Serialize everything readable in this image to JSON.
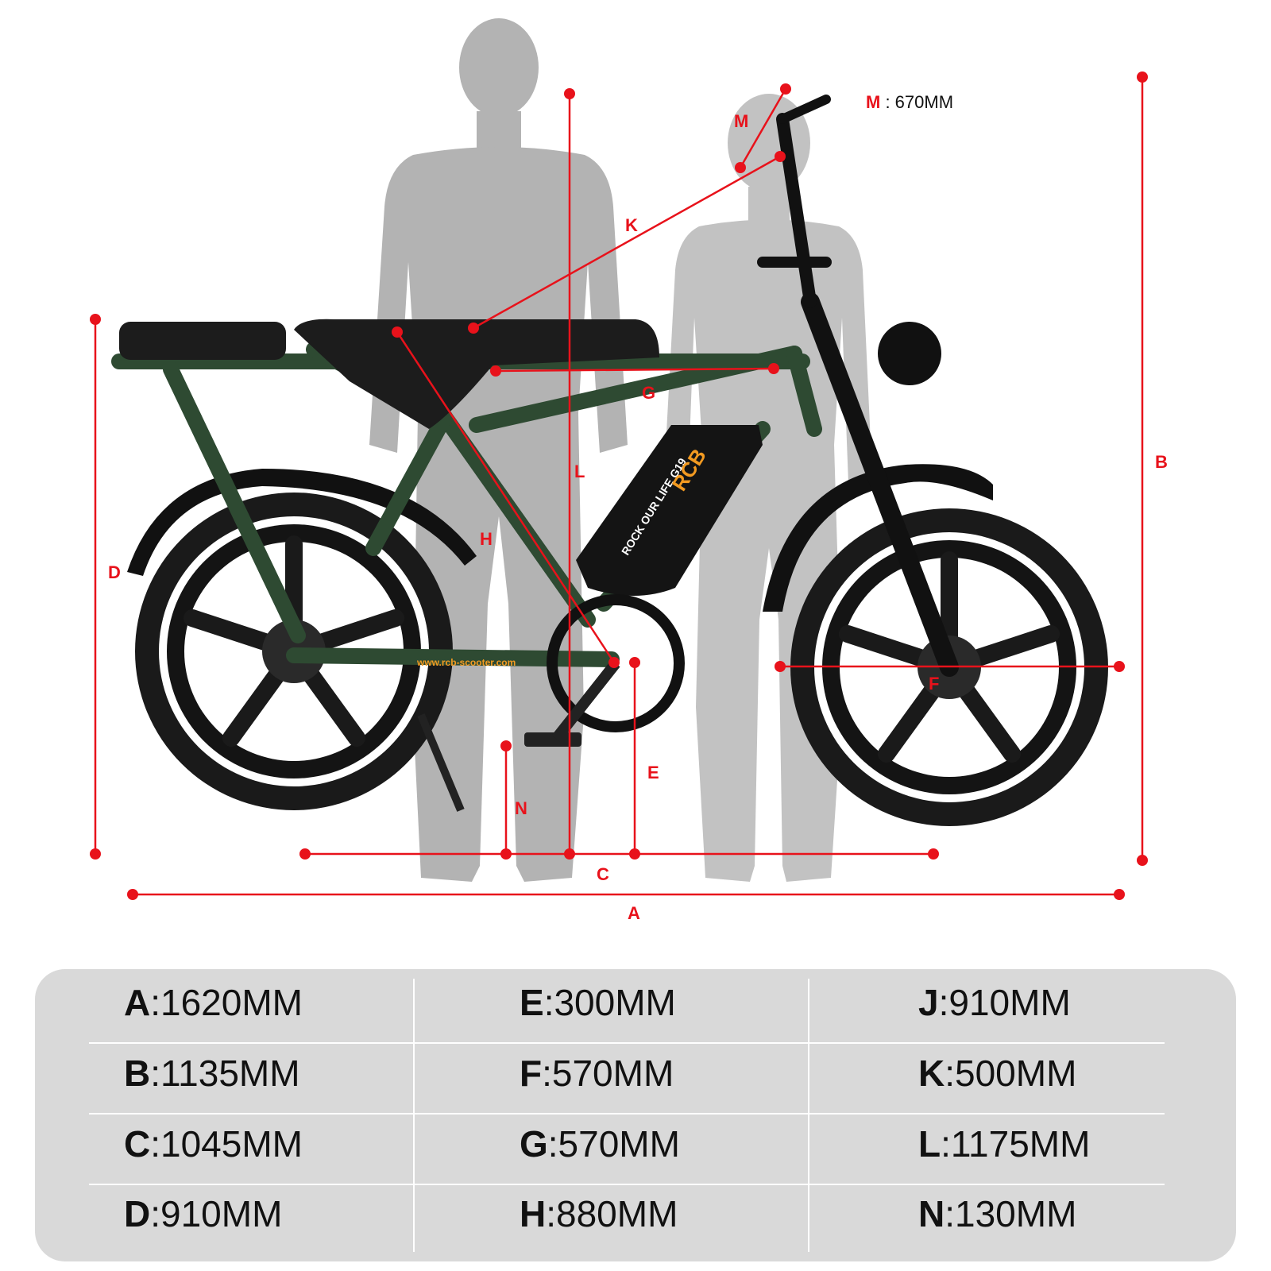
{
  "diagram": {
    "m_label": "M",
    "m_value": " : 670MM",
    "letters": {
      "A": "A",
      "B": "B",
      "C": "C",
      "D": "D",
      "E": "E",
      "F": "F",
      "G": "G",
      "H": "H",
      "K": "K",
      "L": "L",
      "M": "M",
      "N": "N"
    },
    "battery_text": "ROCK OUR LIFE G19",
    "battery_logo": "RCB",
    "frame_text": "www.rcb-scooter.com",
    "colors": {
      "frame": "#2e4a32",
      "dimension": "#e8121b",
      "silhouette": "#b3b3b3",
      "battery_accent": "#f29a21"
    }
  },
  "specs": [
    [
      {
        "key": "A",
        "value": ":1620MM"
      },
      {
        "key": "E",
        "value": ":300MM"
      },
      {
        "key": "J",
        "value": ":910MM"
      }
    ],
    [
      {
        "key": "B",
        "value": ":1135MM"
      },
      {
        "key": "F",
        "value": ":570MM"
      },
      {
        "key": "K",
        "value": ":500MM"
      }
    ],
    [
      {
        "key": "C",
        "value": ":1045MM"
      },
      {
        "key": "G",
        "value": ":570MM"
      },
      {
        "key": "L",
        "value": ":1175MM"
      }
    ],
    [
      {
        "key": "D",
        "value": ":910MM"
      },
      {
        "key": "H",
        "value": ":880MM"
      },
      {
        "key": "N",
        "value": ":130MM"
      }
    ]
  ]
}
